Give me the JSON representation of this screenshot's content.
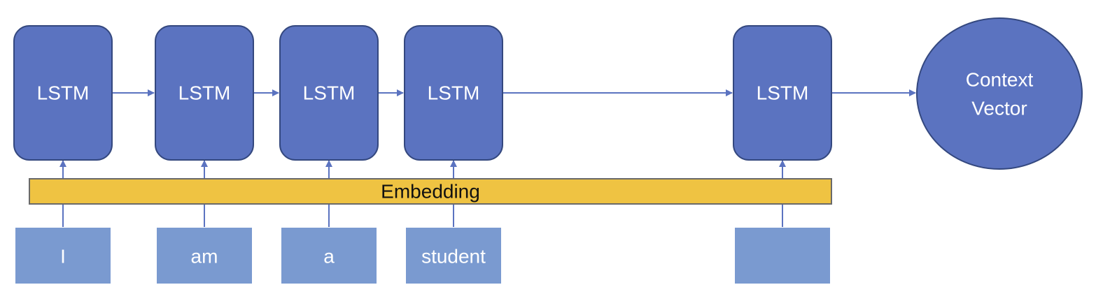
{
  "lstm_label": "LSTM",
  "embedding_label": "Embedding",
  "tokens": [
    "I",
    "am",
    "a",
    "student",
    ""
  ],
  "context_vector": {
    "line1": "Context",
    "line2": "Vector"
  },
  "colors": {
    "lstm": "#5b73c0",
    "token": "#7a9ad0",
    "embedding": "#efc342",
    "arrow": "#5b73c0"
  }
}
